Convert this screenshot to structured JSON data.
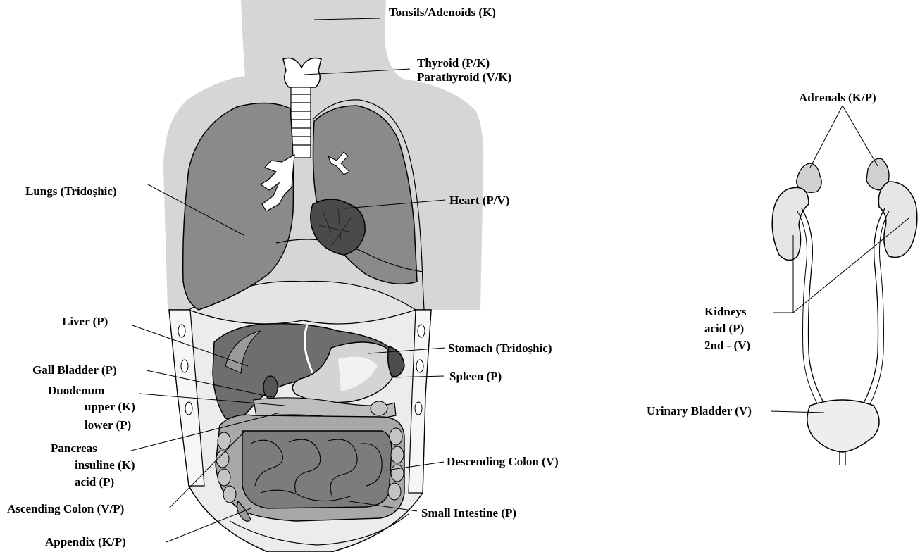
{
  "labels": {
    "tonsils": "Tonsils/Adenoids (K)",
    "thyroid": "Thyroid (P/K)",
    "parathyroid": "Parathyroid (V/K)",
    "lungs": "Lungs (Tridoṣhic)",
    "heart": "Heart (P/V)",
    "liver": "Liver (P)",
    "stomach": "Stomach (Tridoṣhic)",
    "gall_bladder": "Gall Bladder (P)",
    "spleen": "Spleen (P)",
    "duodenum": "Duodenum",
    "duodenum_upper": "upper (K)",
    "duodenum_lower": "lower (P)",
    "pancreas": "Pancreas",
    "pancreas_insuline": "insuline (K)",
    "pancreas_acid": "acid (P)",
    "descending_colon": "Descending Colon (V)",
    "ascending_colon": "Ascending Colon (V/P)",
    "small_intestine": "Small Intestine (P)",
    "appendix": "Appendix (K/P)",
    "adrenals": "Adrenals (K/P)",
    "kidneys": "Kidneys",
    "kidneys_acid": "acid (P)",
    "kidneys_2nd": "2nd - (V)",
    "urinary_bladder": "Urinary Bladder (V)"
  },
  "colors": {
    "body_silhouette": "#d6d6d6",
    "organ_dark": "#6e6e6e",
    "organ_mid": "#8e8e8e",
    "organ_light": "#c8c8c8",
    "outline": "#000000"
  }
}
